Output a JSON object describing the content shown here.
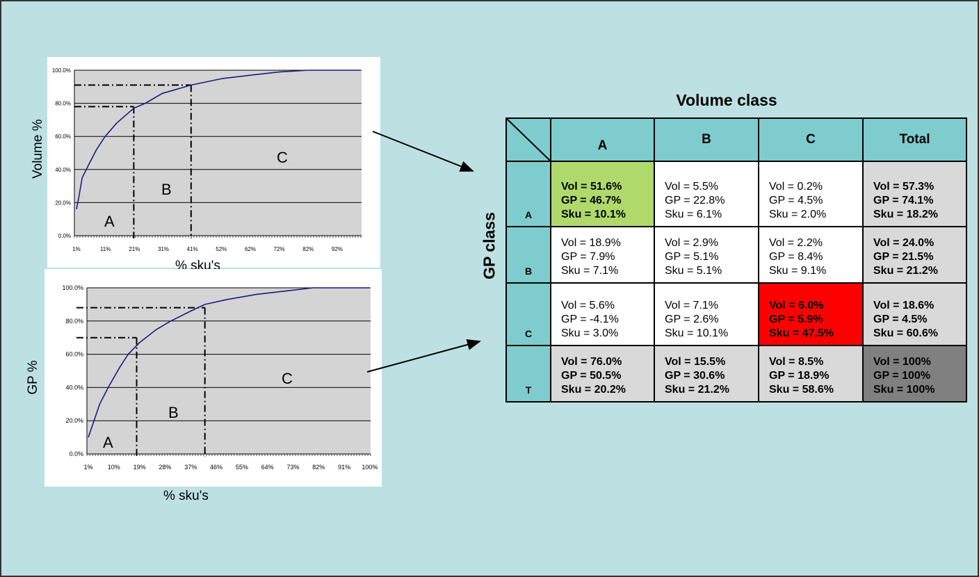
{
  "chart_data": [
    {
      "type": "line",
      "ylabel": "Volume %",
      "xlabel": "% sku's",
      "ylim": [
        0,
        100
      ],
      "yticks": [
        "0.0%",
        "20.0%",
        "40.0%",
        "60.0%",
        "80.0%",
        "100.0%"
      ],
      "xticks": [
        "1%",
        "11%",
        "21%",
        "31%",
        "41%",
        "52%",
        "62%",
        "72%",
        "82%",
        "92%"
      ],
      "grid": true,
      "background": "#d4d4d4",
      "line_color": "#1a1a80",
      "x": [
        1,
        2,
        3,
        5,
        8,
        11,
        15,
        21,
        25,
        31,
        41,
        52,
        62,
        72,
        82,
        100
      ],
      "y": [
        16,
        25,
        35,
        42,
        52,
        60,
        68,
        77,
        80,
        86,
        91,
        95,
        97,
        99,
        100,
        100
      ],
      "cutoffs": [
        {
          "x": 21,
          "y": 78
        },
        {
          "x": 41,
          "y": 91
        }
      ],
      "region_labels": [
        "A",
        "B",
        "C"
      ]
    },
    {
      "type": "line",
      "ylabel": "GP %",
      "xlabel": "% sku's",
      "ylim": [
        0,
        100
      ],
      "yticks": [
        "0.0%",
        "20.0%",
        "40.0%",
        "60.0%",
        "80.0%",
        "100.0%"
      ],
      "xticks": [
        "1%",
        "10%",
        "19%",
        "28%",
        "37%",
        "46%",
        "55%",
        "64%",
        "73%",
        "82%",
        "91%",
        "100%"
      ],
      "grid": true,
      "background": "#d4d4d4",
      "line_color": "#1a1a80",
      "x": [
        1,
        3,
        5,
        8,
        12,
        15,
        19,
        25,
        30,
        37,
        42,
        50,
        60,
        70,
        80,
        100
      ],
      "y": [
        10,
        20,
        30,
        40,
        52,
        60,
        67,
        75,
        80,
        86,
        90,
        93,
        96,
        98,
        100,
        100
      ],
      "cutoffs": [
        {
          "x": 18,
          "y": 70
        },
        {
          "x": 42,
          "y": 88
        }
      ],
      "region_labels": [
        "A",
        "B",
        "C"
      ]
    }
  ],
  "matrix": {
    "col_title": "Volume class",
    "row_title": "GP class",
    "cols": [
      "A",
      "B",
      "C",
      "Total"
    ],
    "rows": [
      {
        "label": "A",
        "cells": [
          {
            "lines": [
              "Vol = 51.6%",
              "GP =  46.7%",
              "Sku = 10.1%"
            ],
            "bg": "#b0d96b",
            "bold": true
          },
          {
            "lines": [
              "Vol = 5.5%",
              "GP = 22.8%",
              "Sku = 6.1%"
            ],
            "bg": "#ffffff",
            "bold": false
          },
          {
            "lines": [
              "Vol = 0.2%",
              "GP = 4.5%",
              "Sku = 2.0%"
            ],
            "bg": "#ffffff",
            "bold": false
          },
          {
            "lines": [
              "Vol = 57.3%",
              "GP = 74.1%",
              "Sku = 18.2%"
            ],
            "bg": "#d9d9d9",
            "bold": true
          }
        ]
      },
      {
        "label": "B",
        "cells": [
          {
            "lines": [
              "Vol = 18.9%",
              "GP = 7.9%",
              "Sku = 7.1%"
            ],
            "bg": "#ffffff",
            "bold": false
          },
          {
            "lines": [
              "Vol = 2.9%",
              "GP = 5.1%",
              "Sku = 5.1%"
            ],
            "bg": "#ffffff",
            "bold": false
          },
          {
            "lines": [
              "Vol = 2.2%",
              "GP = 8.4%",
              "Sku = 9.1%"
            ],
            "bg": "#ffffff",
            "bold": false
          },
          {
            "lines": [
              "Vol = 24.0%",
              "GP = 21.5%",
              "Sku = 21.2%"
            ],
            "bg": "#d9d9d9",
            "bold": true
          }
        ]
      },
      {
        "label": "C",
        "cells": [
          {
            "lines": [
              "Vol = 5.6%",
              "GP = -4.1%",
              "Sku = 3.0%"
            ],
            "bg": "#ffffff",
            "bold": false
          },
          {
            "lines": [
              "Vol = 7.1%",
              "GP = 2.6%",
              "Sku = 10.1%"
            ],
            "bg": "#ffffff",
            "bold": false
          },
          {
            "lines": [
              "Vol = 6.0%",
              "GP = 5.9%",
              "Sku = 47.5%"
            ],
            "bg": "#ff0000",
            "bold": true
          },
          {
            "lines": [
              "Vol = 18.6%",
              "GP = 4.5%",
              "Sku = 60.6%"
            ],
            "bg": "#d9d9d9",
            "bold": true
          }
        ]
      },
      {
        "label": "T",
        "cells": [
          {
            "lines": [
              "Vol = 76.0%",
              "GP = 50.5%",
              "Sku = 20.2%"
            ],
            "bg": "#d9d9d9",
            "bold": true
          },
          {
            "lines": [
              "Vol = 15.5%",
              "GP = 30.6%",
              "Sku = 21.2%"
            ],
            "bg": "#d9d9d9",
            "bold": true
          },
          {
            "lines": [
              "Vol = 8.5%",
              "GP = 18.9%",
              "Sku = 58.6%"
            ],
            "bg": "#d9d9d9",
            "bold": true
          },
          {
            "lines": [
              "Vol = 100%",
              "GP = 100%",
              "Sku = 100%"
            ],
            "bg": "#808080",
            "bold": true
          }
        ]
      }
    ]
  }
}
